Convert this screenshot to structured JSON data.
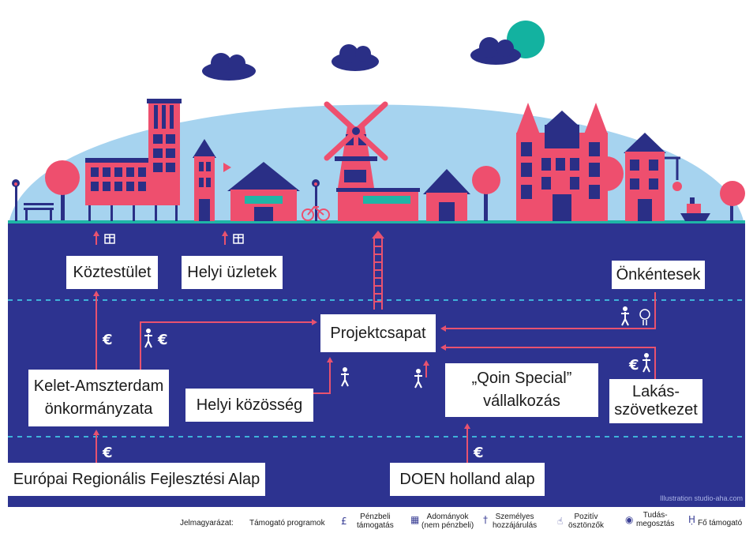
{
  "nodes": {
    "koztestulet": "Köztestület",
    "helyi_uzletek": "Helyi üzletek",
    "onkentesek": "Önkéntesek",
    "projektcsapat": "Projektcsapat",
    "kelet_line1": "Kelet-Amszterdam",
    "kelet_line2": "önkormányzata",
    "helyi_kozosseg": "Helyi közösség",
    "qoin_line1": "„Qoin Special”",
    "qoin_line2": "vállalkozás",
    "lakas_line1": "Lakás-",
    "lakas_line2": "szövetkezet",
    "europai": "Európai Regionális Fejlesztési Alap",
    "doen": "DOEN holland alap"
  },
  "symbols": {
    "euro": "€",
    "gift": "gift-icon",
    "person": "person-icon",
    "bulb": "lightbulb-icon",
    "thumb": "thumbs-up-icon"
  },
  "credit": "Illustration studio-aha.com",
  "legend": {
    "title": "Jelmagyarázat:",
    "items": [
      {
        "label": "Támogató programok"
      },
      {
        "icon": "£",
        "label_l1": "Pénzbeli",
        "label_l2": "támogatás"
      },
      {
        "label_l1": "Adományok",
        "label_l2": "(nem pénzbeli)"
      },
      {
        "label_l1": "Személyes",
        "label_l2": "hozzájárulás"
      },
      {
        "label_l1": "Pozitív",
        "label_l2": "ösztönzők"
      },
      {
        "label_l1": "Tudás-",
        "label_l2": "megosztás"
      },
      {
        "label": "Fő támogató"
      }
    ]
  },
  "colors": {
    "sky": "#a6d3ef",
    "navy": "#2a2f86",
    "ground": "#2d3390",
    "teal": "#1fb5a6",
    "pink": "#ee4f6e",
    "moon": "#13b2a0",
    "dash": "#3fb2d9",
    "arrow": "#e8526f"
  }
}
